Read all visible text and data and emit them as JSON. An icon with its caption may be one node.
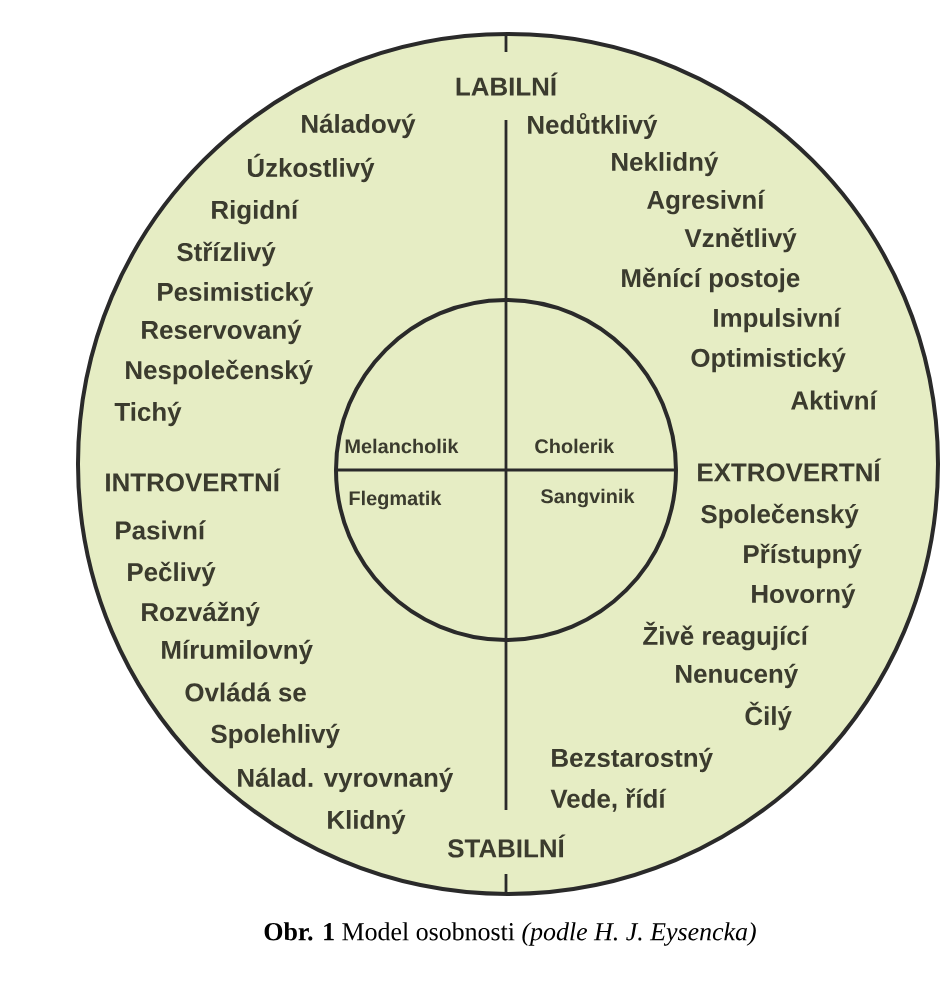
{
  "diagram": {
    "caption": "**Obr. 1** Model osobnosti *(podle H. J. Eysencka)*",
    "nodes": [
      {
        "text": [],
        "shape": "circle"
      },
      {
        "text": [
          "Melancholik",
          "Cholerik",
          "Flegmatik",
          "Sangvinik"
        ],
        "in": 0
      }
    ],
    "edges": [],
    "labels": [
      "LABILNÍ",
      "Náladový",
      "Úzkostlivý",
      "Rigidní",
      "Střízlivý",
      "Pesimistický",
      "Reservovaný",
      "Nespolečenský",
      "Tichý",
      "Nedůtklivý",
      "Neklidný",
      "Agresivní",
      "Vznětlivý",
      "Měnící postoje",
      "Impulsivní",
      "Optimistický",
      "Aktivní",
      "INTROVERTNÍ",
      "EXTROVERTNÍ",
      "Pasivní",
      "Pečlivý",
      "Rozvážný",
      "Mírumilovný",
      "Ovládá se",
      "Spolehlivý",
      "Nálad. vyrovnaný",
      "Klidný",
      "Společenský",
      "Přístupný",
      "Hovorný",
      "Živě reagující",
      "Nenucený",
      "Čilý",
      "Bezstarostný",
      "Vede, řídí",
      "STABILNÍ"
    ]
  }
}
